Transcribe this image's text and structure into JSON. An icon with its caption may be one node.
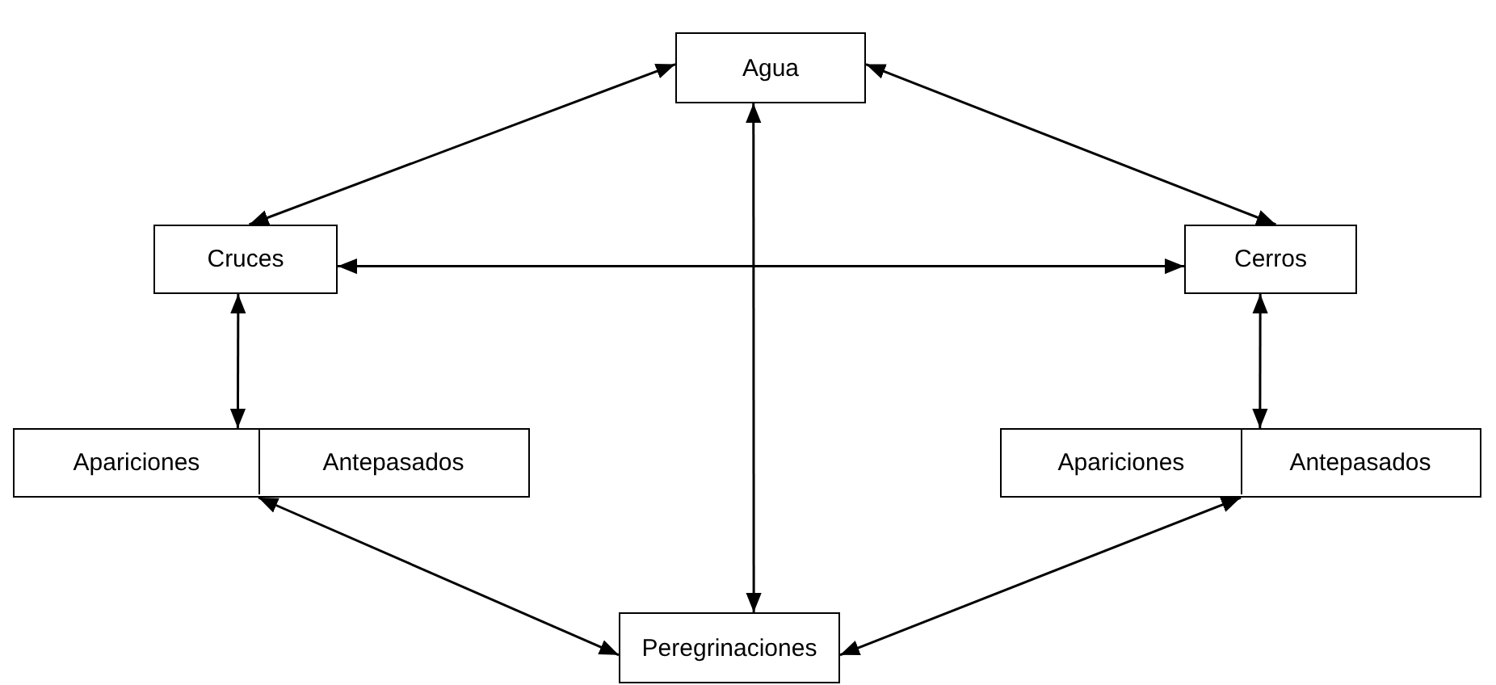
{
  "diagram": {
    "nodes": [
      {
        "text": [
          "Agua"
        ]
      },
      {
        "text": [
          "Cruces"
        ]
      },
      {
        "text": [
          "Cerros"
        ]
      },
      {
        "text": [],
        "shape": "box"
      },
      {
        "text": [
          "Apariciones"
        ],
        "in": 3
      },
      {
        "text": [
          "Antepasados"
        ],
        "in": 3
      },
      {
        "text": [],
        "shape": "box"
      },
      {
        "text": [
          "Apariciones"
        ],
        "in": 6
      },
      {
        "text": [
          "Antepasados"
        ],
        "in": 6
      },
      {
        "text": [
          "Peregrinaciones"
        ]
      }
    ],
    "edges": [
      {
        "from": 0,
        "to": 1,
        "arrow": "both"
      },
      {
        "from": 0,
        "to": 2,
        "arrow": "both"
      },
      {
        "from": 1,
        "to": 2,
        "arrow": "both"
      },
      {
        "from": 0,
        "to": 9,
        "arrow": "both"
      },
      {
        "from": 1,
        "to": 3,
        "arrow": "both"
      },
      {
        "from": 2,
        "to": 6,
        "arrow": "both"
      },
      {
        "from": 3,
        "to": 9,
        "arrow": "both"
      },
      {
        "from": 6,
        "to": 9,
        "arrow": "both"
      }
    ]
  }
}
